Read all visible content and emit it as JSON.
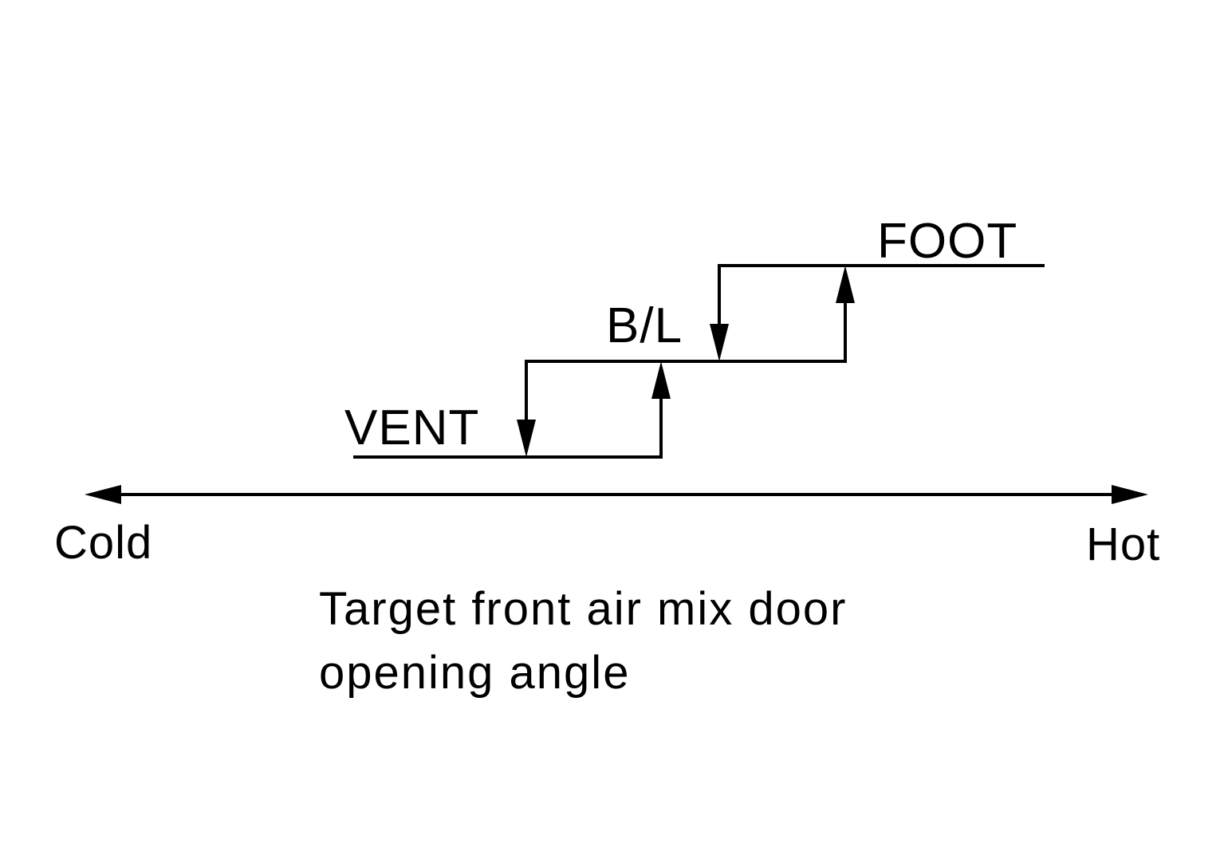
{
  "labels": {
    "foot": "FOOT",
    "bl": "B/L",
    "vent": "VENT",
    "cold": "Cold",
    "hot": "Hot"
  },
  "caption": {
    "line1": "Target front air mix door",
    "line2": "opening angle"
  },
  "colors": {
    "stroke": "#000000",
    "background": "#ffffff"
  }
}
